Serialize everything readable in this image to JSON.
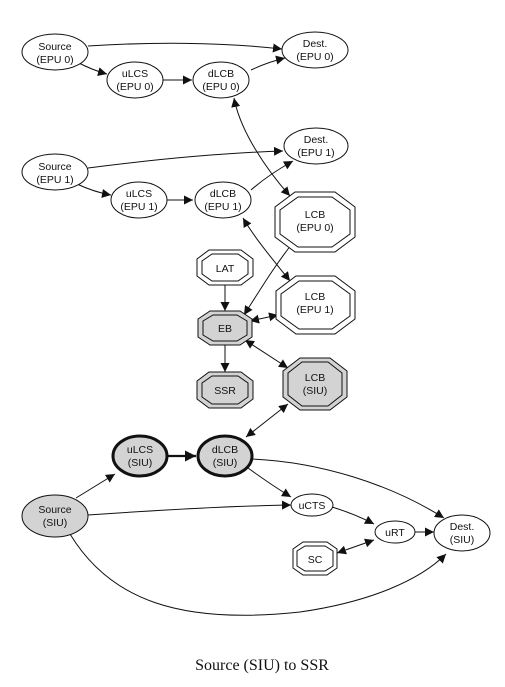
{
  "caption": "Source (SIU) to SSR",
  "colors": {
    "stroke": "#111111",
    "background": "#ffffff",
    "fill_default": "#ffffff",
    "fill_shaded": "#d3d3d3"
  },
  "nodes": {
    "source_epu0": {
      "line1": "Source",
      "line2": "(EPU 0)"
    },
    "dest_epu0": {
      "line1": "Dest.",
      "line2": "(EPU 0)"
    },
    "ulcs_epu0": {
      "line1": "uLCS",
      "line2": "(EPU 0)"
    },
    "dlcb_epu0": {
      "line1": "dLCB",
      "line2": "(EPU 0)"
    },
    "source_epu1": {
      "line1": "Source",
      "line2": "(EPU 1)"
    },
    "dest_epu1": {
      "line1": "Dest.",
      "line2": "(EPU 1)"
    },
    "ulcs_epu1": {
      "line1": "uLCS",
      "line2": "(EPU 1)"
    },
    "dlcb_epu1": {
      "line1": "dLCB",
      "line2": "(EPU 1)"
    },
    "lcb_epu0": {
      "line1": "LCB",
      "line2": "(EPU 0)"
    },
    "lat": {
      "line1": "LAT"
    },
    "lcb_epu1": {
      "line1": "LCB",
      "line2": "(EPU 1)"
    },
    "eb": {
      "line1": "EB"
    },
    "ssr": {
      "line1": "SSR"
    },
    "lcb_siu": {
      "line1": "LCB",
      "line2": "(SIU)"
    },
    "ulcs_siu": {
      "line1": "uLCS",
      "line2": "(SIU)"
    },
    "dlcb_siu": {
      "line1": "dLCB",
      "line2": "(SIU)"
    },
    "source_siu": {
      "line1": "Source",
      "line2": "(SIU)"
    },
    "ucts": {
      "line1": "uCTS"
    },
    "urt": {
      "line1": "uRT"
    },
    "dest_siu": {
      "line1": "Dest.",
      "line2": "(SIU)"
    },
    "sc": {
      "line1": "SC"
    }
  }
}
